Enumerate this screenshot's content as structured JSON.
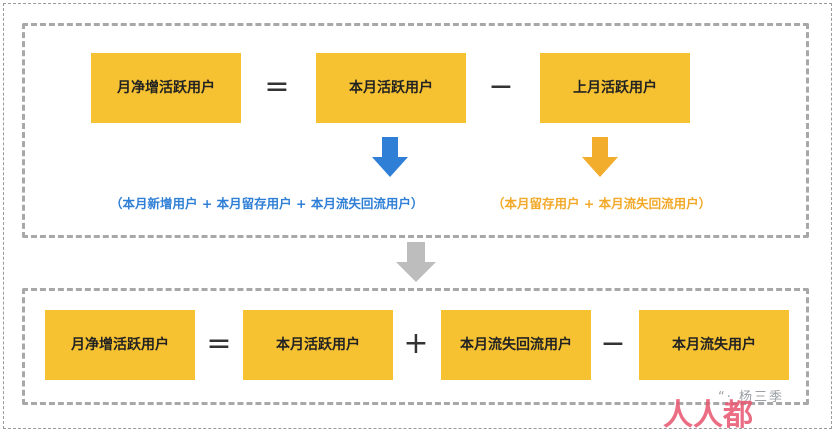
{
  "top_formula": {
    "result": "月净增活跃用户",
    "op_equals": "=",
    "term1": "本月活跃用户",
    "op_minus": "−",
    "term2": "上月活跃用户",
    "breakdown_term1": "（本月新增用户 +  本月留存用户 + 本月流失回流用户）",
    "breakdown_term2": "（本月留存用户 + 本月流失回流用户）"
  },
  "bottom_formula": {
    "result": "月净增活跃用户",
    "op_equals": "=",
    "term1": "本月活跃用户",
    "op_plus": "+",
    "term2": "本月流失回流用户",
    "op_minus": "−",
    "term3": "本月流失用户"
  },
  "watermark": {
    "small_text": "“· 杨三季",
    "big_text": "人人都"
  },
  "colors": {
    "box_fill": "#f6c232",
    "arrow_blue": "#2f7fd6",
    "arrow_orange": "#f2ad2c",
    "arrow_gray": "#bdbdbd",
    "dash_border": "#a8a8a8"
  }
}
